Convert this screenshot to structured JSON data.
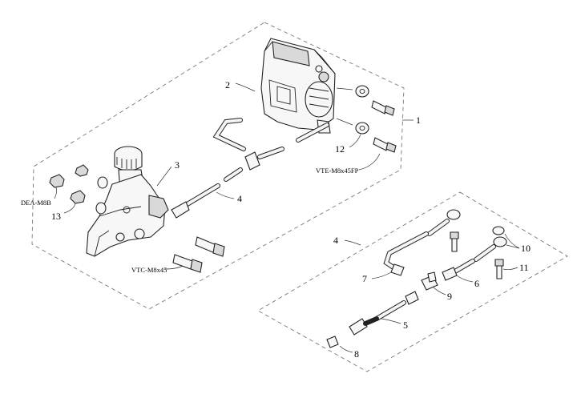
{
  "labels": {
    "l1": "1",
    "l2": "2",
    "l3": "3",
    "l4a": "4",
    "l4b": "4",
    "l5": "5",
    "l6": "6",
    "l7": "7",
    "l8": "8",
    "l9": "9",
    "l10": "10",
    "l11": "11",
    "l12": "12",
    "l13": "13"
  },
  "codes": {
    "vte": "VTE-M8x45FP",
    "dea": "DEA-M8B",
    "vtc": "VTC-M8x45"
  }
}
